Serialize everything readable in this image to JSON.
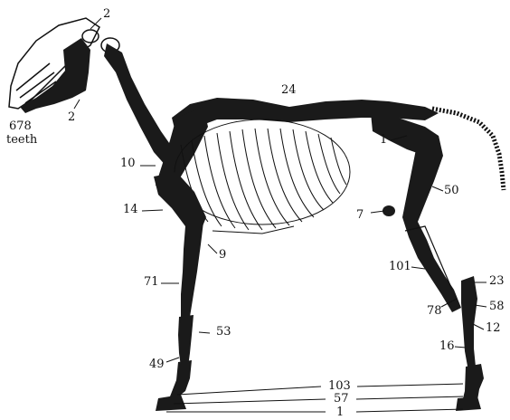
{
  "labels": {
    "skull_top": "2",
    "jaw": "2",
    "teeth_count": "678",
    "teeth_word": "teeth",
    "spine": "24",
    "pelvis": "1",
    "shoulder": "10",
    "elbow": "14",
    "forearm": "9",
    "femur": "50",
    "hock": "7",
    "cannon_hind": "101",
    "fore_cannon": "71",
    "fore_fetlock": "53",
    "fore_pastern": "49",
    "hind_23": "23",
    "hind_58": "58",
    "hind_78": "78",
    "hind_12": "12",
    "hind_16": "16",
    "ground_103": "103",
    "ground_57": "57",
    "ground_1": "1"
  },
  "colors": {
    "ink": "#111111",
    "bone": "#1a1a1a",
    "paper": "#ffffff"
  }
}
